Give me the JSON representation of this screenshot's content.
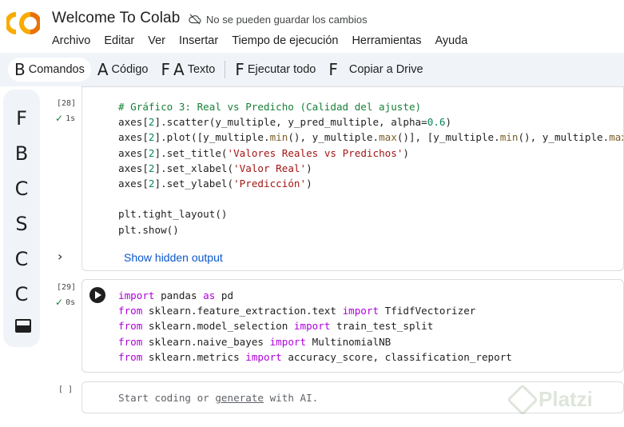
{
  "app": {
    "title": "Welcome To Colab",
    "save_status": "No se pueden guardar los cambios",
    "save_status_icon": "cloud-off-icon"
  },
  "menu": [
    "Archivo",
    "Editar",
    "Ver",
    "Insertar",
    "Tiempo de ejecución",
    "Herramientas",
    "Ayuda"
  ],
  "toolbar": {
    "commands": {
      "glyph": "B",
      "label": "Comandos"
    },
    "code": {
      "glyph": "A",
      "label": "Código"
    },
    "text": {
      "glyph1": "F",
      "glyph2": "A",
      "label": "Texto"
    },
    "run_all": {
      "glyph": "F",
      "label": "Ejecutar todo"
    },
    "copy_drive": {
      "glyph": "F",
      "label": "Copiar a Drive"
    }
  },
  "rail": [
    "F",
    "B",
    "C",
    "S",
    "C",
    "C"
  ],
  "rail_last_icon": "terminal-window-icon",
  "cells": {
    "cell1": {
      "exec_count": "[28]",
      "status": "1s",
      "show_hidden": "Show hidden output"
    },
    "cell2": {
      "exec_count": "[29]",
      "status": "0s"
    },
    "cell3": {
      "exec_count": "[ ]",
      "placeholder_start": "Start coding or ",
      "placeholder_link": "generate",
      "placeholder_end": " with AI."
    }
  },
  "watermark": "Platzi",
  "colors": {
    "logo_orange": "#f9ab00",
    "logo_orange_dark": "#e8710a",
    "toolbar_bg": "#f0f4f9",
    "link_blue": "#0b57d0",
    "check_green": "#188038"
  }
}
